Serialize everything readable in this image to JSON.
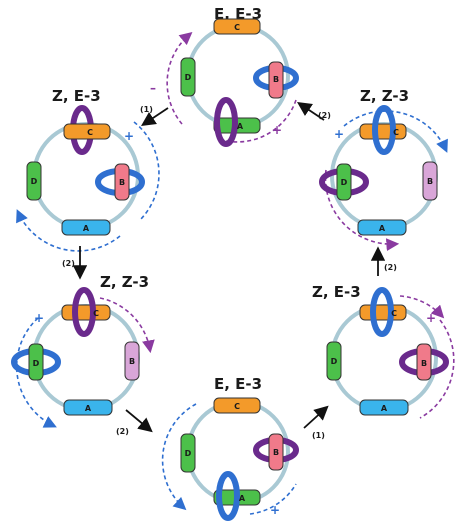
{
  "colors": {
    "ring": "#a9c9d4",
    "blue_ring": "#2f6fd0",
    "purple_ring": "#6a2a8c",
    "blue_dash": "#2f6fd0",
    "purple_dash": "#8a3aa0",
    "cyl_A": "#3ab4ec",
    "cyl_B": "#f07a8a",
    "cyl_B_light": "#d9a6d8",
    "cyl_C": "#f39a2a",
    "cyl_D": "#4cc04a"
  },
  "states": [
    {
      "id": "top",
      "title": "E, E-3",
      "labels": {
        "C": "C",
        "B": "B",
        "A": "A",
        "D": "D"
      }
    },
    {
      "id": "upper-left",
      "title": "Z, E-3",
      "labels": {
        "C": "C",
        "B": "B",
        "A": "A",
        "D": "D"
      }
    },
    {
      "id": "upper-right",
      "title": "Z, Z-3",
      "labels": {
        "C": "C",
        "B": "B",
        "A": "A",
        "D": "D"
      }
    },
    {
      "id": "lower-left",
      "title": "Z, Z-3",
      "labels": {
        "C": "C",
        "B": "B",
        "A": "A",
        "D": "D"
      }
    },
    {
      "id": "lower-right",
      "title": "Z, E-3",
      "labels": {
        "C": "C",
        "B": "B",
        "A": "A",
        "D": "D"
      }
    },
    {
      "id": "bottom",
      "title": "E, E-3",
      "labels": {
        "C": "C",
        "B": "B",
        "A": "A",
        "D": "D"
      }
    }
  ],
  "steps": [
    {
      "id": "step-top-to-upper-left",
      "label": "(1)"
    },
    {
      "id": "step-upper-right-to-top",
      "label": "(2)"
    },
    {
      "id": "step-upper-left-to-lower-left",
      "label": "(2)"
    },
    {
      "id": "step-lower-right-to-upper-right",
      "label": "(2)"
    },
    {
      "id": "step-lower-left-to-bottom",
      "label": "(2)"
    },
    {
      "id": "step-bottom-to-lower-right",
      "label": "(1)"
    }
  ],
  "signs": {
    "plus": "+",
    "minus": "–"
  }
}
